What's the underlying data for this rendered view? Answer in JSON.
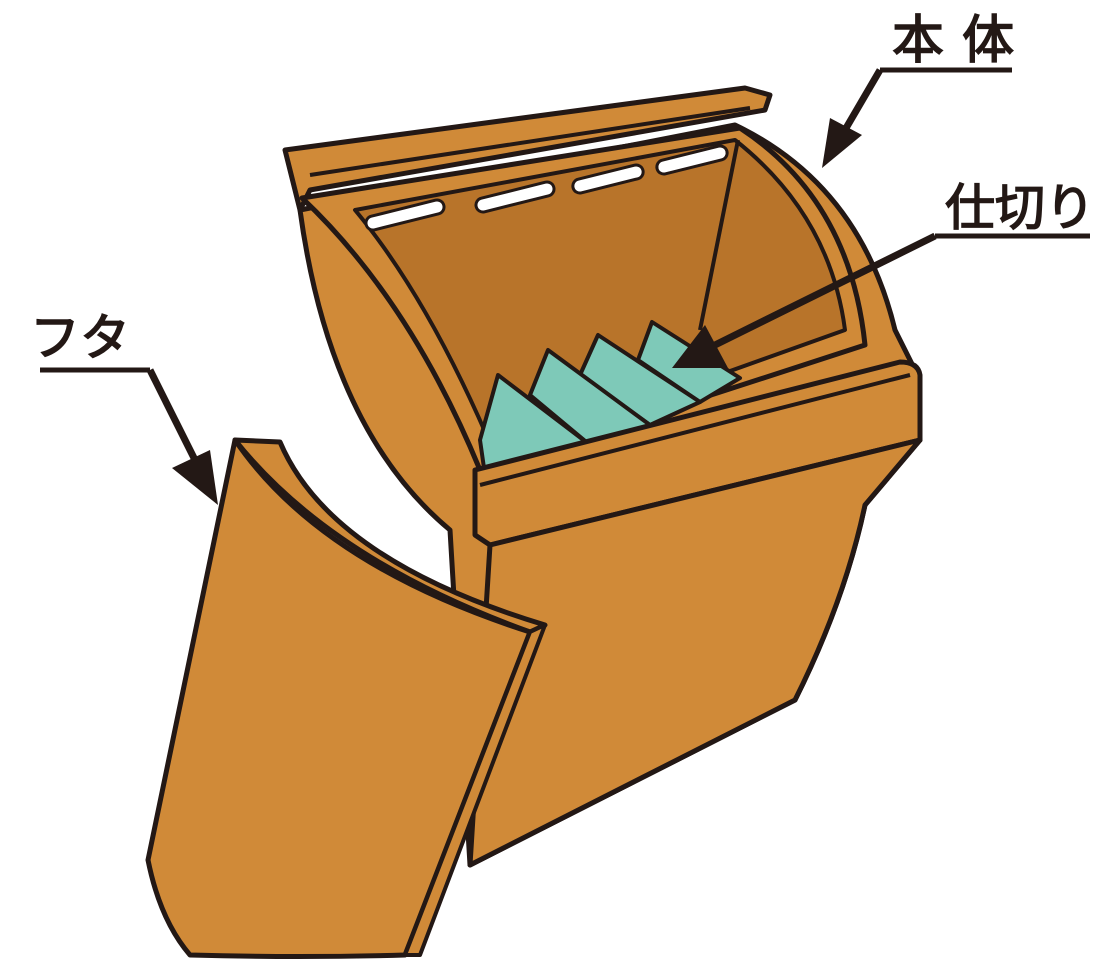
{
  "labels": {
    "body": "本 体",
    "partition": "仕切り",
    "lid": "フタ"
  },
  "colors": {
    "box": "#d08a38",
    "box_dark": "#b8742a",
    "partition": "#7ec9b8",
    "outline": "#231815",
    "slot": "#ffffff"
  }
}
